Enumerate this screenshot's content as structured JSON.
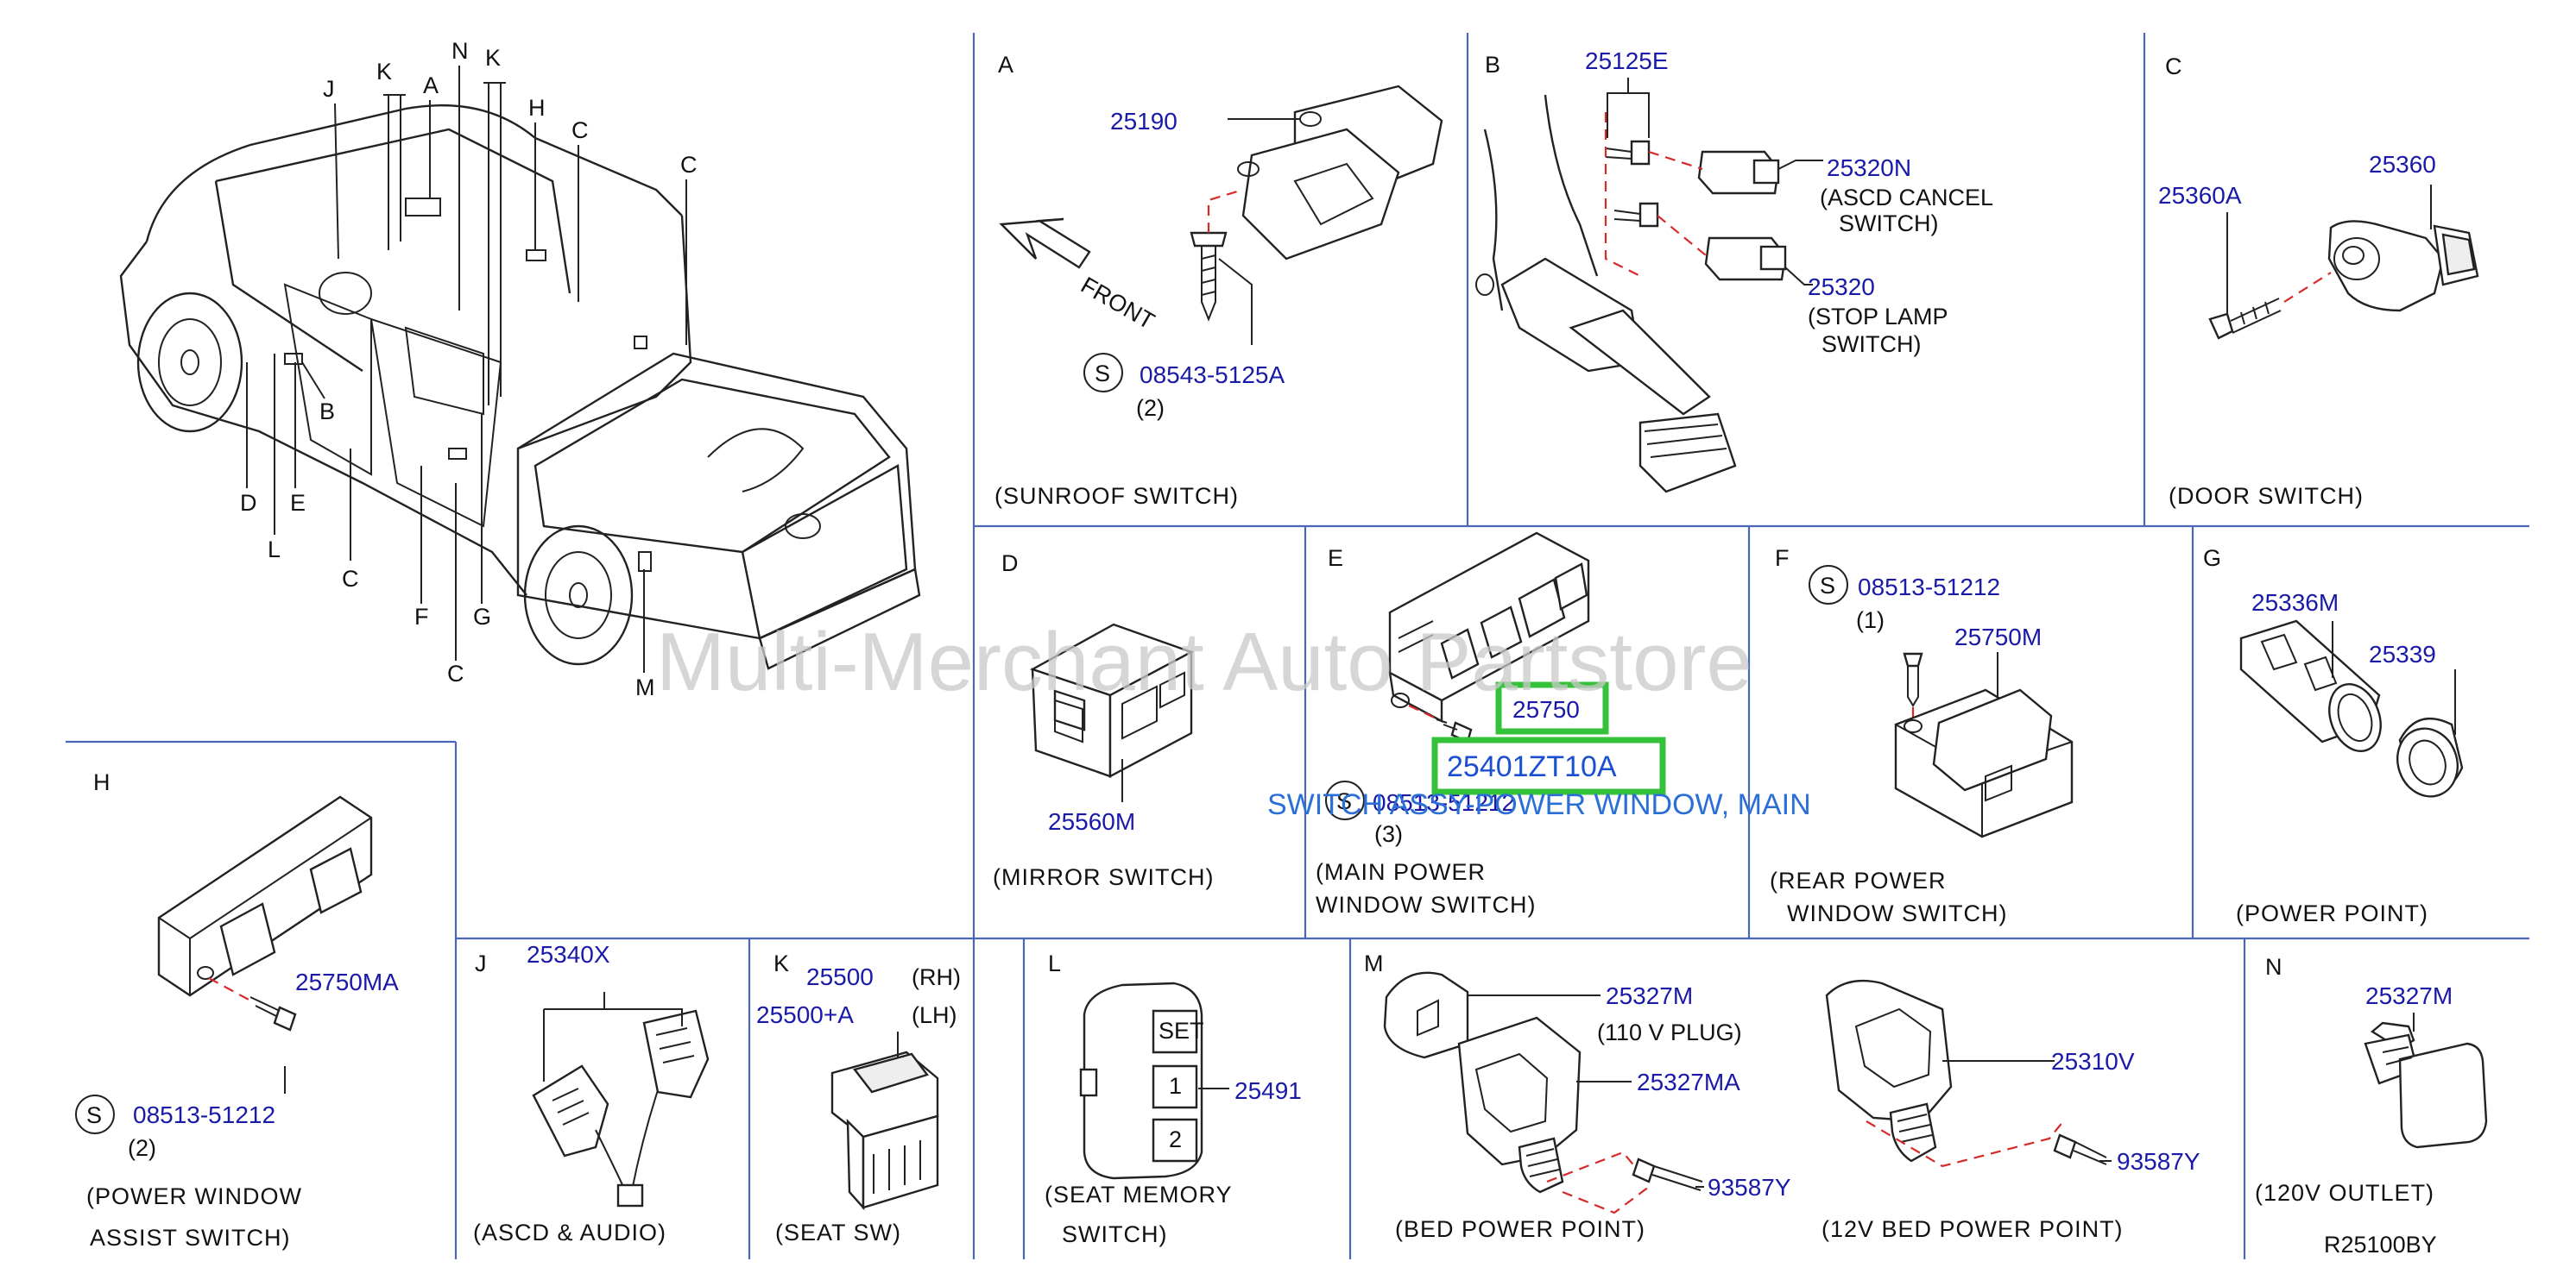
{
  "truck_callouts": [
    "J",
    "K",
    "A",
    "N",
    "K",
    "H",
    "C",
    "C",
    "B",
    "D",
    "L",
    "E",
    "C",
    "F",
    "G",
    "C",
    "M"
  ],
  "sections": {
    "A": {
      "letter": "A",
      "parts": [
        "25190",
        "08543-5125A"
      ],
      "qty": "(2)",
      "front": "FRONT",
      "screw_marker": "S",
      "caption": "(SUNROOF   SWITCH)"
    },
    "B": {
      "letter": "B",
      "parts": [
        "25125E",
        "25320N",
        "25320"
      ],
      "cancel_line1": "(ASCD   CANCEL",
      "cancel_line2": "SWITCH)",
      "stop_line1": "(STOP   LAMP",
      "stop_line2": "SWITCH)"
    },
    "C": {
      "letter": "C",
      "parts": [
        "25360A",
        "25360"
      ],
      "caption": "(DOOR   SWITCH)"
    },
    "D": {
      "letter": "D",
      "parts": [
        "25560M"
      ],
      "caption": "(MIRROR   SWITCH)"
    },
    "E": {
      "letter": "E",
      "parts": [
        "25750",
        "25401ZT10A",
        "08513-51212"
      ],
      "qty": "(3)",
      "screw_marker": "S",
      "caption_line1": "(MAIN   POWER",
      "caption_line2": "WINDOW   SWITCH)",
      "description": "SWITCH ASSY-POWER WINDOW, MAIN"
    },
    "F": {
      "letter": "F",
      "parts": [
        "08513-51212",
        "25750M"
      ],
      "qty": "(1)",
      "screw_marker": "S",
      "caption_line1": "(REAR   POWER",
      "caption_line2": "WINDOW   SWITCH)"
    },
    "G": {
      "letter": "G",
      "parts": [
        "25336M",
        "25339"
      ],
      "caption": "(POWER   POINT)"
    },
    "H": {
      "letter": "H",
      "parts": [
        "25750MA",
        "08513-51212"
      ],
      "qty": "(2)",
      "screw_marker": "S",
      "caption_line1": "(POWER   WINDOW",
      "caption_line2": "ASSIST   SWITCH)"
    },
    "J": {
      "letter": "J",
      "parts": [
        "25340X"
      ],
      "caption": "(ASCD   &   AUDIO)"
    },
    "K": {
      "letter": "K",
      "parts": [
        "25500",
        "25500+A"
      ],
      "rh": "(RH)",
      "lh": "(LH)",
      "caption": "(SEAT   SW)"
    },
    "L": {
      "letter": "L",
      "parts": [
        "25491"
      ],
      "button_labels": [
        "SET",
        "1",
        "2"
      ],
      "caption_line1": "(SEAT   MEMORY",
      "caption_line2": "SWITCH)"
    },
    "M": {
      "letter": "M",
      "parts": [
        "25327M",
        "25327MA",
        "93587Y",
        "25310V",
        "93587Y"
      ],
      "plug": "(110   V   PLUG)",
      "caption_left": "(BED   POWER   POINT)",
      "caption_right": "(12V   BED   POWER   POINT)"
    },
    "N": {
      "letter": "N",
      "parts": [
        "25327M"
      ],
      "caption": "(120V   OUTLET)"
    }
  },
  "watermark": "Multi-Merchant Auto Partstore",
  "drawing_code": "R25100BY",
  "colors": {
    "part_number": "#1a1aa8",
    "highlight": "#35c23a",
    "description": "#2a6fd8",
    "divider": "#4a66b8",
    "leader_dashed": "#d62a2a"
  }
}
